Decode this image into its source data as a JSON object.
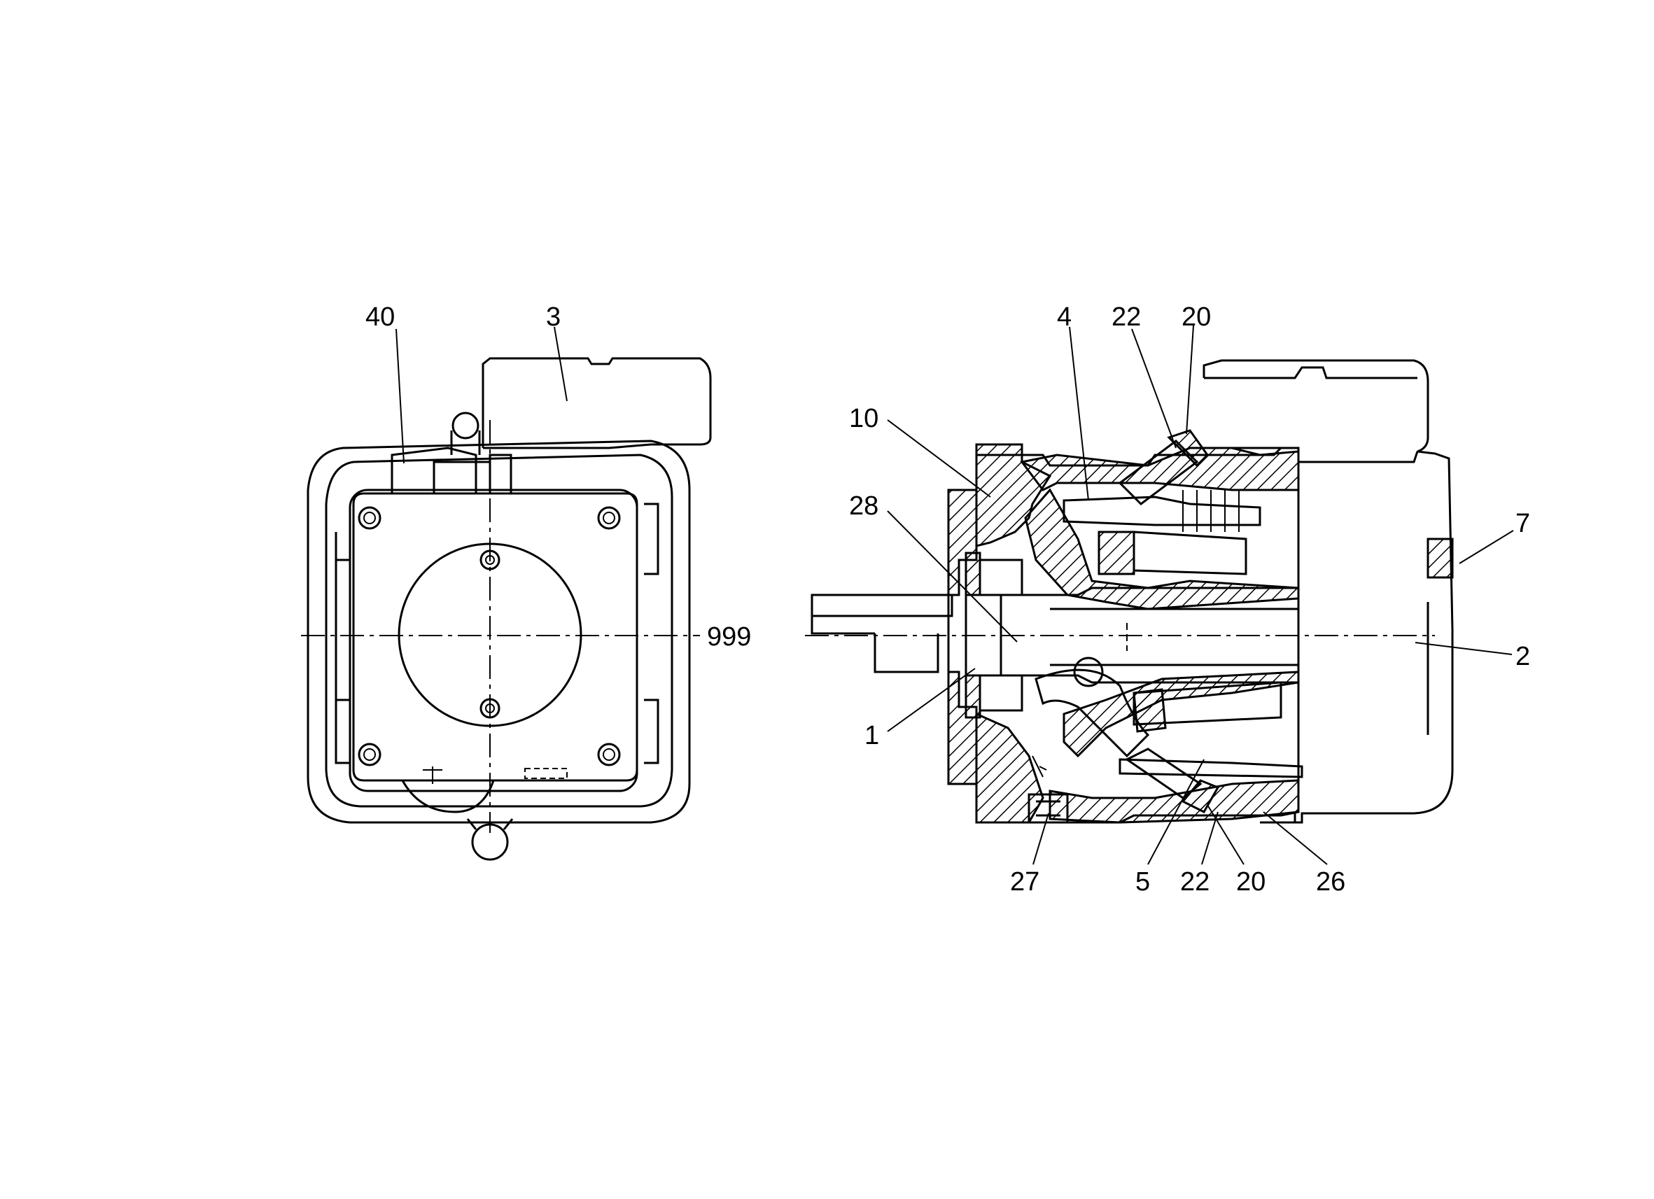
{
  "callouts": {
    "c40": "40",
    "c3": "3",
    "c999": "999",
    "c4": "4",
    "c22a": "22",
    "c20a": "20",
    "c10": "10",
    "c28": "28",
    "c7": "7",
    "c2": "2",
    "c1": "1",
    "c27": "27",
    "c5": "5",
    "c22b": "22",
    "c20b": "20",
    "c26": "26"
  }
}
